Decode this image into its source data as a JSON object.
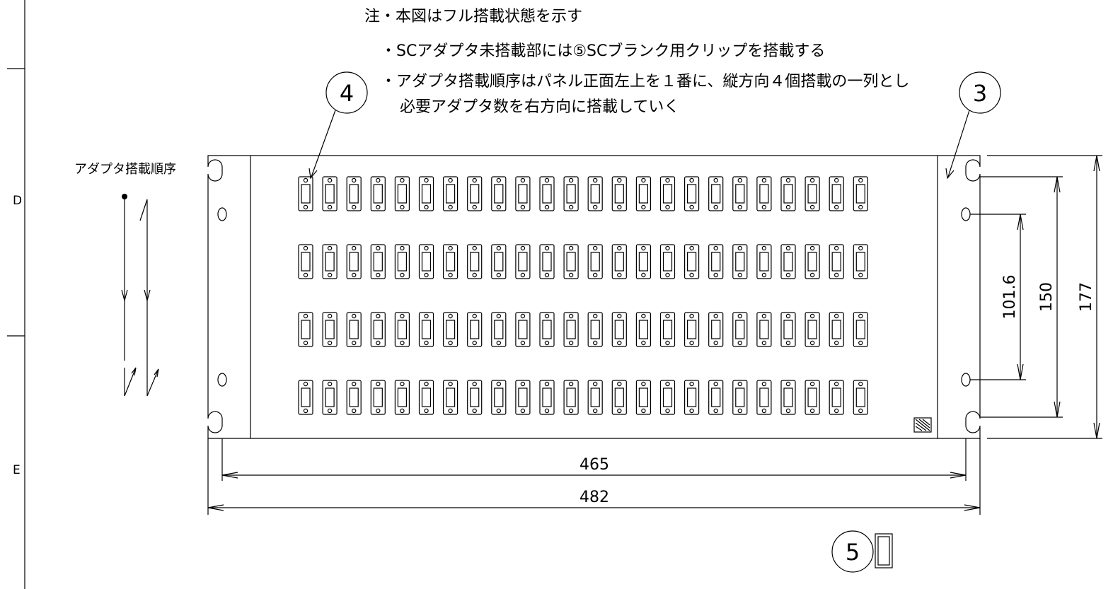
{
  "notes": {
    "line1": "注・本図はフル搭載状態を示す",
    "line2": "・SCアダプタ未搭載部には⑤SCブランク用クリップを搭載する",
    "line3": "・アダプタ搭載順序はパネル正面左上を１番に、縦方向４個搭載の一列とし",
    "line4": "必要アダプタ数を右方向に搭載していく"
  },
  "order_label": "アダプタ搭載順序",
  "zone_labels": {
    "d": "D",
    "e": "E"
  },
  "balloons": {
    "adapter": "4",
    "panel": "3",
    "blank_clip": "5"
  },
  "dimensions": {
    "width_inner": "465",
    "width_outer": "482",
    "height_pitch": "101.6",
    "height_inner": "150",
    "height_outer": "177"
  },
  "adapter_grid": {
    "rows": 4,
    "columns": 24
  }
}
